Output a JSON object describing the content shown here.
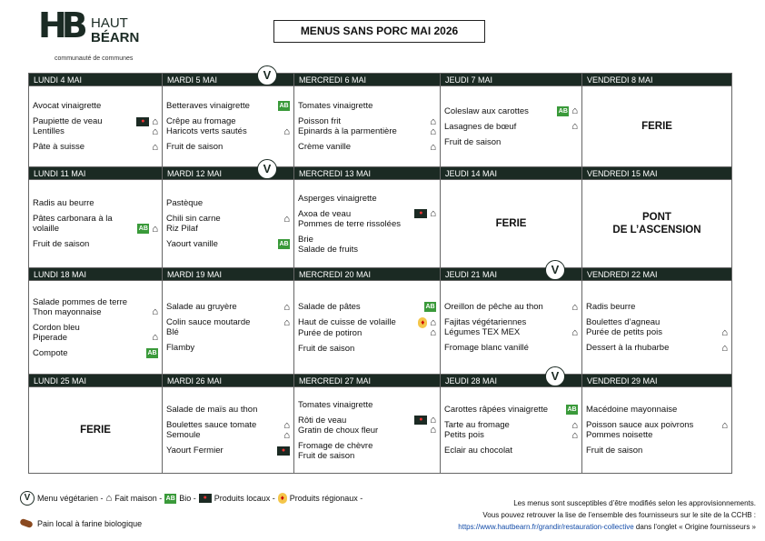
{
  "logo": {
    "name1": "HAUT",
    "name2": "BÉARN",
    "sub": "communauté de communes"
  },
  "title": "MENUS SANS PORC MAI 2026",
  "weeks": [
    {
      "days": [
        {
          "header": "LUNDI 4 MAI",
          "groups": [
            [
              {
                "t": "Avocat vinaigrette"
              }
            ],
            [
              {
                "t": "Paupiette de veau",
                "i": [
                  "local",
                  "fm"
                ]
              },
              {
                "t": "Lentilles",
                "i": [
                  "fm"
                ]
              }
            ],
            [
              {
                "t": "Pâte à suisse",
                "i": [
                  "fm"
                ]
              }
            ]
          ]
        },
        {
          "header": "MARDI 5 MAI",
          "veg": true,
          "groups": [
            [
              {
                "t": "Betteraves vinaigrette",
                "i": [
                  "bio"
                ]
              }
            ],
            [
              {
                "t": "Crêpe au fromage"
              },
              {
                "t": "Haricots verts sautés",
                "i": [
                  "fm"
                ]
              }
            ],
            [
              {
                "t": "Fruit de saison"
              }
            ]
          ]
        },
        {
          "header": "MERCREDI 6 MAI",
          "groups": [
            [
              {
                "t": "Tomates vinaigrette"
              }
            ],
            [
              {
                "t": "Poisson frit",
                "i": [
                  "fm"
                ]
              },
              {
                "t": "Epinards à la parmentière",
                "i": [
                  "fm"
                ]
              }
            ],
            [
              {
                "t": "Crème vanille",
                "i": [
                  "fm"
                ]
              }
            ]
          ]
        },
        {
          "header": "JEUDI 7 MAI",
          "groups": [
            [
              {
                "t": "Coleslaw aux carottes",
                "i": [
                  "bio",
                  "fm"
                ]
              }
            ],
            [
              {
                "t": "Lasagnes de bœuf",
                "i": [
                  "fm"
                ]
              }
            ],
            [
              {
                "t": "Fruit de saison"
              }
            ]
          ]
        },
        {
          "header": "VENDREDI 8 MAI",
          "special": "FERIE"
        }
      ]
    },
    {
      "days": [
        {
          "header": "LUNDI 11 MAI",
          "groups": [
            [
              {
                "t": "Radis au beurre"
              }
            ],
            [
              {
                "t": "Pâtes carbonara à la"
              },
              {
                "t": "volaille",
                "i": [
                  "bio",
                  "fm"
                ]
              }
            ],
            [
              {
                "t": "Fruit de saison"
              }
            ]
          ]
        },
        {
          "header": "MARDI 12 MAI",
          "veg": true,
          "groups": [
            [
              {
                "t": "Pastèque"
              }
            ],
            [
              {
                "t": "Chili sin carne",
                "i": [
                  "fm"
                ]
              },
              {
                "t": "Riz Pilaf"
              }
            ],
            [
              {
                "t": "Yaourt vanille",
                "i": [
                  "bio"
                ]
              }
            ]
          ]
        },
        {
          "header": "MERCREDI 13 MAI",
          "groups": [
            [
              {
                "t": "Asperges vinaigrette"
              }
            ],
            [
              {
                "t": "Axoa de veau",
                "i": [
                  "local",
                  "fm"
                ]
              },
              {
                "t": "Pommes de terre rissolées"
              }
            ],
            [
              {
                "t": "Brie"
              },
              {
                "t": "Salade de fruits"
              }
            ]
          ]
        },
        {
          "header": "JEUDI 14 MAI",
          "special": "FERIE"
        },
        {
          "header": "VENDREDI 15 MAI",
          "special": "PONT\nDE L’ASCENSION"
        }
      ]
    },
    {
      "days": [
        {
          "header": "LUNDI 18 MAI",
          "groups": [
            [
              {
                "t": "Salade pommes de terre"
              },
              {
                "t": "Thon mayonnaise",
                "i": [
                  "fm"
                ]
              }
            ],
            [
              {
                "t": "Cordon bleu"
              },
              {
                "t": "Piperade",
                "i": [
                  "fm"
                ]
              }
            ],
            [
              {
                "t": "Compote",
                "i": [
                  "bio"
                ]
              }
            ]
          ]
        },
        {
          "header": "MARDI 19 MAI",
          "groups": [
            [
              {
                "t": "Salade au gruyère",
                "i": [
                  "fm"
                ]
              }
            ],
            [
              {
                "t": "Colin sauce moutarde",
                "i": [
                  "fm"
                ]
              },
              {
                "t": "Blé"
              }
            ],
            [
              {
                "t": "Flamby"
              }
            ]
          ]
        },
        {
          "header": "MERCREDI 20 MAI",
          "groups": [
            [
              {
                "t": "Salade de pâtes",
                "i": [
                  "bio"
                ]
              }
            ],
            [
              {
                "t": "Haut de cuisse de volaille",
                "i": [
                  "regional",
                  "fm"
                ]
              },
              {
                "t": "Purée de potiron",
                "i": [
                  "fm"
                ]
              }
            ],
            [
              {
                "t": "Fruit de saison"
              }
            ]
          ]
        },
        {
          "header": "JEUDI 21 MAI",
          "veg": true,
          "groups": [
            [
              {
                "t": "Oreillon de pêche au thon",
                "i": [
                  "fm"
                ]
              }
            ],
            [
              {
                "t": "Fajitas végétariennes"
              },
              {
                "t": "Légumes TEX MEX",
                "i": [
                  "fm"
                ]
              }
            ],
            [
              {
                "t": "Fromage blanc vanillé"
              }
            ]
          ]
        },
        {
          "header": "VENDREDI 22 MAI",
          "groups": [
            [
              {
                "t": "Radis beurre"
              }
            ],
            [
              {
                "t": "Boulettes d’agneau"
              },
              {
                "t": "Purée de petits pois",
                "i": [
                  "fm"
                ]
              }
            ],
            [
              {
                "t": "Dessert à la rhubarbe",
                "i": [
                  "fm"
                ]
              }
            ]
          ]
        }
      ]
    },
    {
      "days": [
        {
          "header": "LUNDI 25 MAI",
          "special": "FERIE"
        },
        {
          "header": "MARDI 26 MAI",
          "groups": [
            [
              {
                "t": "Salade de maïs au thon"
              }
            ],
            [
              {
                "t": "Boulettes sauce tomate",
                "i": [
                  "fm"
                ]
              },
              {
                "t": "Semoule",
                "i": [
                  "fm"
                ]
              }
            ],
            [
              {
                "t": "Yaourt Fermier",
                "i": [
                  "local"
                ]
              }
            ]
          ]
        },
        {
          "header": "MERCREDI 27 MAI",
          "groups": [
            [
              {
                "t": "Tomates vinaigrette"
              }
            ],
            [
              {
                "t": "Rôti de veau",
                "i": [
                  "local",
                  "fm"
                ]
              },
              {
                "t": "Gratin de choux fleur",
                "i": [
                  "fm"
                ]
              }
            ],
            [
              {
                "t": "Fromage de chèvre"
              },
              {
                "t": "Fruit de saison"
              }
            ]
          ]
        },
        {
          "header": "JEUDI 28 MAI",
          "veg": true,
          "groups": [
            [
              {
                "t": "Carottes râpées vinaigrette",
                "i": [
                  "bio"
                ]
              }
            ],
            [
              {
                "t": "Tarte au fromage",
                "i": [
                  "fm"
                ]
              },
              {
                "t": "Petits pois",
                "i": [
                  "fm"
                ]
              }
            ],
            [
              {
                "t": "Eclair au chocolat"
              }
            ]
          ]
        },
        {
          "header": "VENDREDI 29 MAI",
          "groups": [
            [
              {
                "t": "Macédoine mayonnaise"
              }
            ],
            [
              {
                "t": "Poisson sauce aux poivrons",
                "i": [
                  "fm"
                ]
              },
              {
                "t": "Pommes noisette"
              }
            ],
            [
              {
                "t": "Fruit de saison"
              }
            ]
          ]
        }
      ]
    }
  ],
  "legend": {
    "veg": "Menu végétarien -",
    "fm": "Fait maison -",
    "bio": "Bio -",
    "local": "Produits locaux -",
    "regional": "Produits régionaux -",
    "bread": "Pain local à farine biologique"
  },
  "note": {
    "line1": "Les menus sont susceptibles d’être modifiés selon les approvisionnements.",
    "line2": "Vous pouvez retrouver la lise de l’ensemble des fournisseurs sur le site de la CCHB :",
    "link": "https://www.hautbearn.fr/grandir/restauration-collective",
    "line3": " dans l’onglet « Origine fournisseurs »"
  },
  "icon_colors": {
    "header": "#1b2a23",
    "bio": "#3a9a3a",
    "link": "#124ba8"
  }
}
